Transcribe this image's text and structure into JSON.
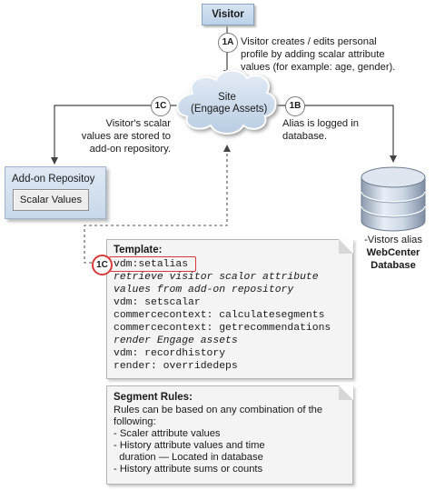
{
  "visitor": {
    "label": "Visitor"
  },
  "site": {
    "line1": "Site",
    "line2": "(Engage Assets)"
  },
  "steps": {
    "s1a": {
      "badge": "1A",
      "text1": "Visitor creates / edits personal",
      "text2": "profile by adding scalar attribute",
      "text3": "values (for example: age, gender)."
    },
    "s1b": {
      "badge": "1B",
      "text1": "Alias is logged in",
      "text2": "database."
    },
    "s1c": {
      "badge": "1C",
      "text1": "Visitor's scalar",
      "text2": "values are stored to",
      "text3": "add-on repository."
    },
    "s1c_template_badge": "1C"
  },
  "addon": {
    "title": "Add-on Repositoy",
    "button": "Scalar Values"
  },
  "database": {
    "line1": "-Vistors alias",
    "line2": "WebCenter",
    "line3": "Database"
  },
  "template": {
    "title": "Template:",
    "lines": [
      "vdm:setalias",
      "retrieve visitor scalor attribute",
      "values from add-on repository",
      "vdm: setscalar",
      "commercecontext: calculatesegments",
      "commercecontext: getrecommendations",
      "render Engage assets",
      "vdm: recordhistory",
      "render: overridedeps"
    ]
  },
  "segment_rules": {
    "title": "Segment Rules:",
    "lines": [
      "Rules can be based on any combination of the",
      "following:",
      "- Scaler attribute values",
      "- History attribute values and time",
      "  duration — Located in database",
      "- History attribute sums or counts"
    ]
  },
  "colors": {
    "box_fill": "#c8d8ea",
    "cloud_fill": "#c9d9ea",
    "highlight": "#d63a3a",
    "note_fill": "#f4f4f4",
    "arrow": "#444444"
  }
}
